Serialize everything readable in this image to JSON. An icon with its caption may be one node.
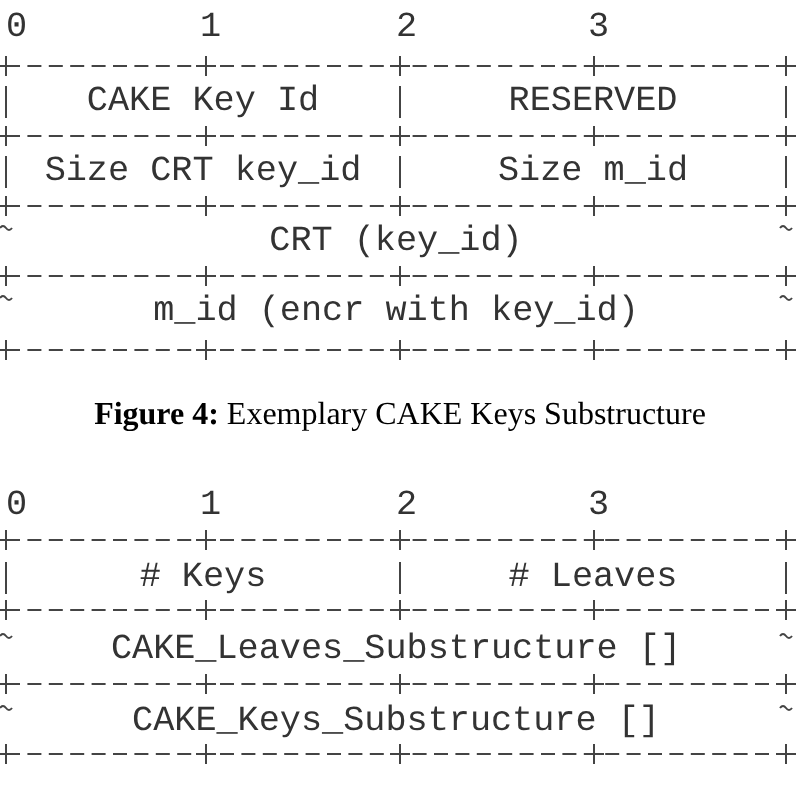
{
  "diagram": {
    "caption": "**Figure 4:** Exemplary CAKE Keys Substructure",
    "nodes": [
      {
        "text": [
          "CAKE Key Id"
        ]
      },
      {
        "text": [
          "RESERVED"
        ]
      },
      {
        "text": [
          "Size CRT key_id"
        ]
      },
      {
        "text": [
          "Size m_id"
        ]
      },
      {
        "text": [
          "CRT (key_id)"
        ]
      },
      {
        "text": [
          "m_id (encr with key_id)"
        ]
      },
      {
        "text": [
          "# Keys"
        ]
      },
      {
        "text": [
          "# Leaves"
        ]
      },
      {
        "text": [
          "CAKE_Leaves_Substructure []"
        ]
      },
      {
        "text": [
          "CAKE_Keys_Substructure []"
        ]
      }
    ],
    "edges": [],
    "labels": [
      "0",
      "1",
      "2",
      "3",
      "0",
      "1",
      "2",
      "3"
    ]
  }
}
